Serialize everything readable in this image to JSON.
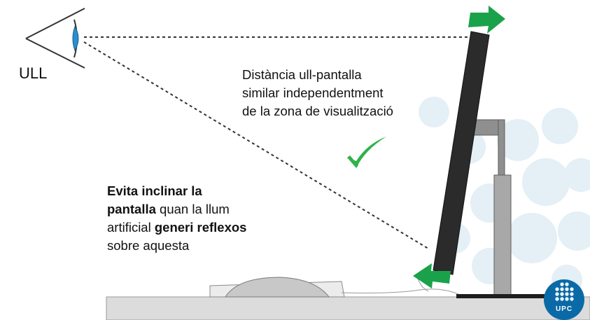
{
  "eye": {
    "label": "ULL"
  },
  "distance_note": {
    "lines": [
      "Distància ull-pantalla",
      "similar independentment",
      "de la zona de visualització"
    ]
  },
  "advice": {
    "bold_1": "Evita inclinar la",
    "bold_2": "pantalla",
    "plain_2": " quan la llum",
    "plain_3a": "artificial ",
    "bold_3": "generi reflexos",
    "plain_4": "sobre aquesta"
  },
  "logo": {
    "text": "UPC"
  },
  "colors": {
    "arrow": "#1aa24a",
    "check": "#2fb34a",
    "monitor": "#2b2b2b",
    "desk": "#dcdcdc",
    "watermark": "#e3eef5",
    "logo": "#0a6aa7",
    "iris": "#2a8fd0"
  },
  "icons": [
    "eye-icon",
    "monitor-icon",
    "tilt-arrow-up-icon",
    "tilt-arrow-down-icon",
    "checkmark-icon",
    "keyboard-icon",
    "upc-logo-icon"
  ]
}
